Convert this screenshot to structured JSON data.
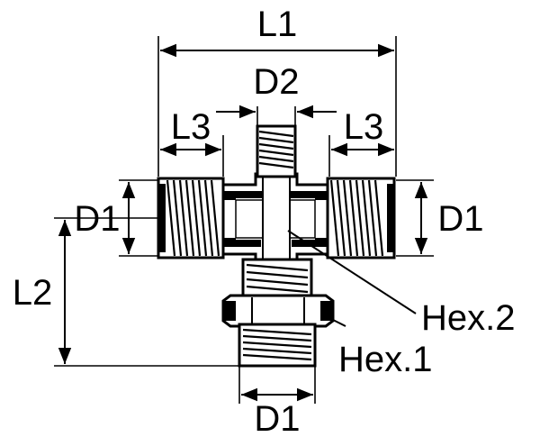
{
  "labels": {
    "L1": "L1",
    "D2": "D2",
    "L3_left": "L3",
    "L3_right": "L3",
    "D1_left": "D1",
    "D1_right": "D1",
    "L2": "L2",
    "Hex2": "Hex.2",
    "Hex1": "Hex.1",
    "D1_bottom": "D1"
  },
  "colors": {
    "ink": "#000000",
    "paper": "#ffffff"
  }
}
